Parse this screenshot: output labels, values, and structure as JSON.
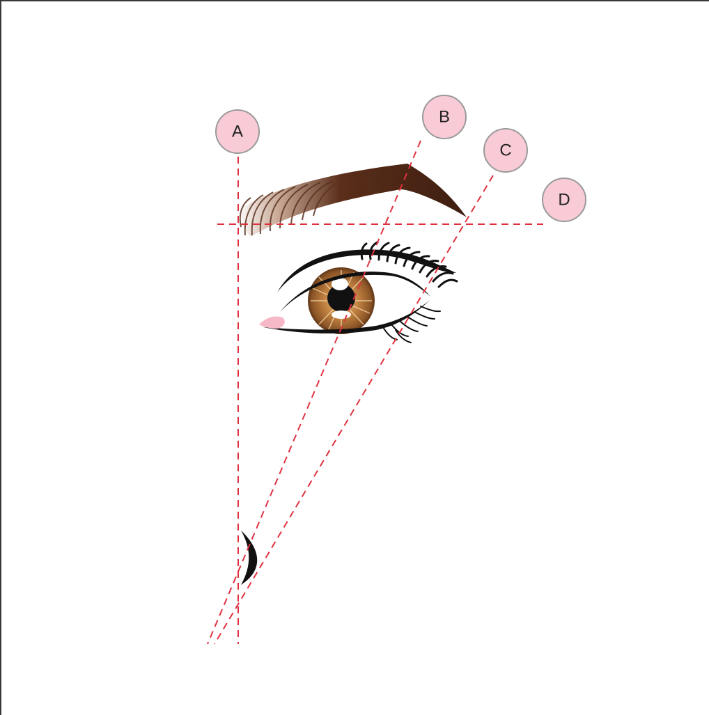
{
  "diagram": {
    "markers": [
      {
        "id": "A",
        "label": "A"
      },
      {
        "id": "B",
        "label": "B"
      },
      {
        "id": "C",
        "label": "C"
      },
      {
        "id": "D",
        "label": "D"
      }
    ],
    "colors": {
      "guide_line": "#e0303e",
      "marker_fill": "#f8cbd6",
      "brow": "#3e1e10",
      "iris": "#8b5426",
      "lash": "#111111"
    }
  }
}
